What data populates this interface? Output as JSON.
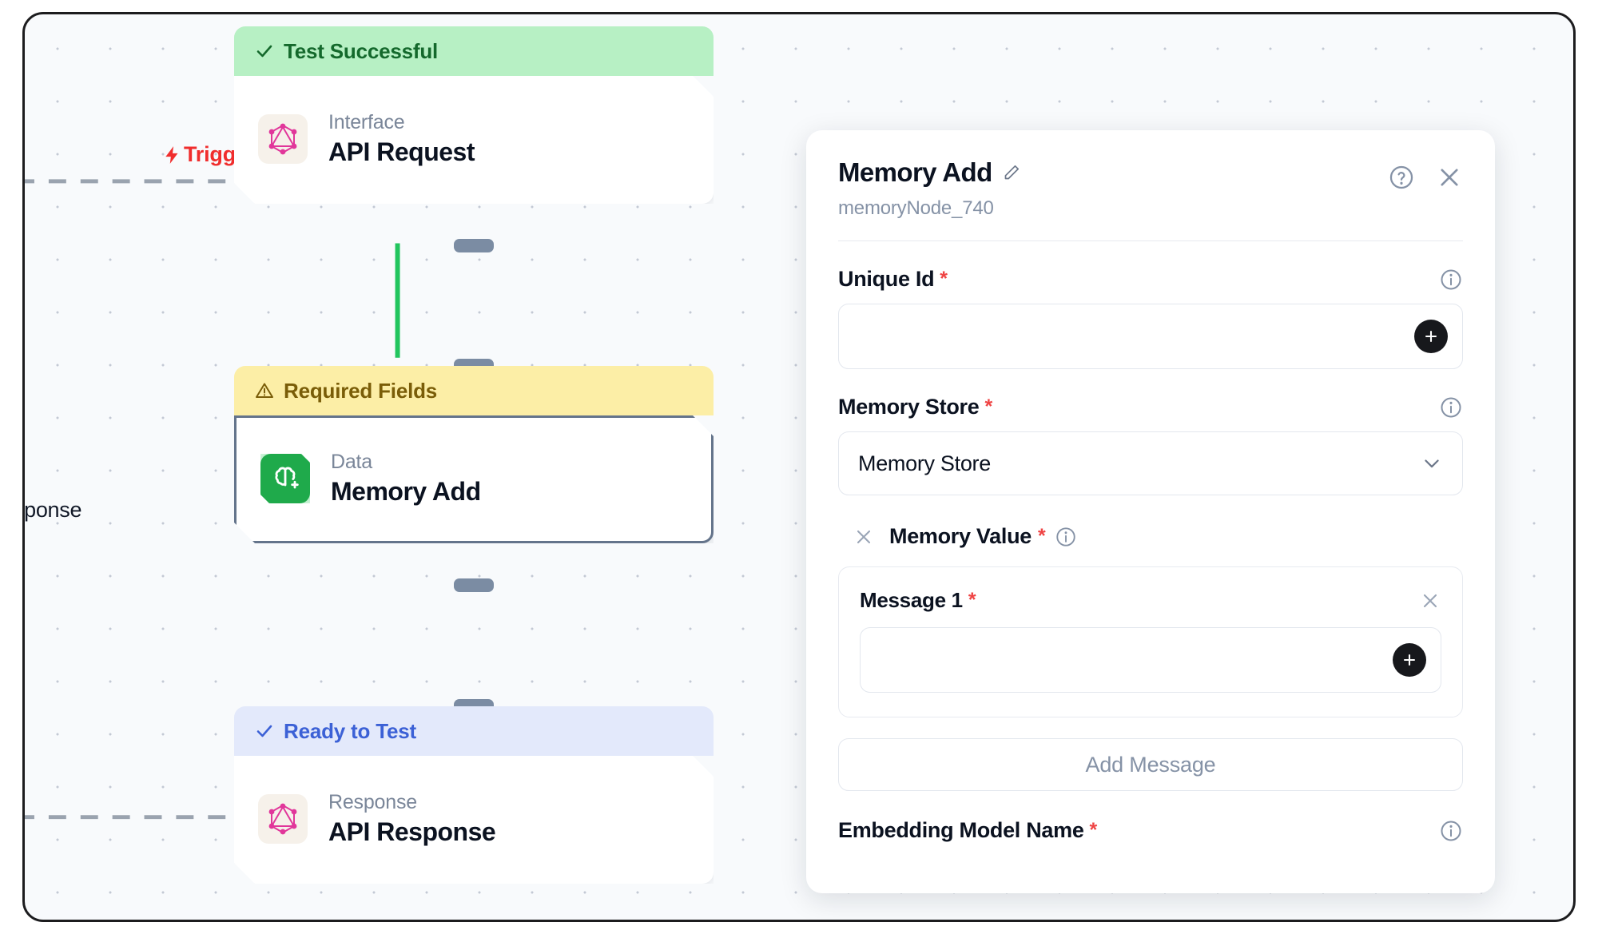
{
  "canvas": {
    "trigger_label": "Trigger",
    "trigger_icon": "lightning-bolt-icon",
    "edge_label_clipped": "Response",
    "edge_color": "#22c55e",
    "dashed_edge_color": "#9aa3af"
  },
  "nodes": [
    {
      "status_label": "Test Successful",
      "status_icon": "check-icon",
      "status_variant": "green",
      "kind": "Interface",
      "title": "API Request",
      "icon": "graphql-icon",
      "selected": false
    },
    {
      "status_label": "Required Fields",
      "status_icon": "warning-triangle-icon",
      "status_variant": "yellow",
      "kind": "Data",
      "title": "Memory Add",
      "icon": "brain-plus-icon",
      "selected": true
    },
    {
      "status_label": "Ready to Test",
      "status_icon": "check-icon",
      "status_variant": "blue",
      "kind": "Response",
      "title": "API Response",
      "icon": "graphql-icon",
      "selected": false
    }
  ],
  "panel": {
    "title": "Memory Add",
    "edit_icon": "pencil-icon",
    "subtitle": "memoryNode_740",
    "help_icon": "question-circle-icon",
    "close_icon": "close-icon",
    "fields": {
      "unique_id": {
        "label": "Unique Id",
        "required_marker": "*",
        "value": "",
        "placeholder": "",
        "info_icon": "info-icon",
        "add_icon": "plus-icon"
      },
      "memory_store": {
        "label": "Memory Store",
        "required_marker": "*",
        "selected_value": "Memory Store",
        "info_icon": "info-icon",
        "chevron_icon": "chevron-down-icon"
      },
      "memory_value": {
        "label": "Memory Value",
        "required_marker": "*",
        "remove_icon": "close-icon",
        "info_icon": "info-icon",
        "messages": [
          {
            "label": "Message 1",
            "required_marker": "*",
            "value": "",
            "placeholder": "",
            "remove_icon": "close-icon",
            "add_icon": "plus-icon"
          }
        ],
        "add_message_label": "Add Message"
      },
      "embedding_model_name": {
        "label": "Embedding Model Name",
        "required_marker": "*",
        "info_icon": "info-icon"
      }
    }
  },
  "colors": {
    "green_banner_bg": "#b7f0c4",
    "green_banner_text": "#14692c",
    "yellow_banner_bg": "#fceea6",
    "yellow_banner_text": "#7a5d08",
    "blue_banner_bg": "#e3e9fb",
    "blue_banner_text": "#3c61d6",
    "trigger_red": "#f02d2d",
    "edge_green": "#22c55e",
    "node_icon_green": "#1faa4b",
    "graphql_pink": "#e1369a",
    "required_red": "#ef4444"
  }
}
